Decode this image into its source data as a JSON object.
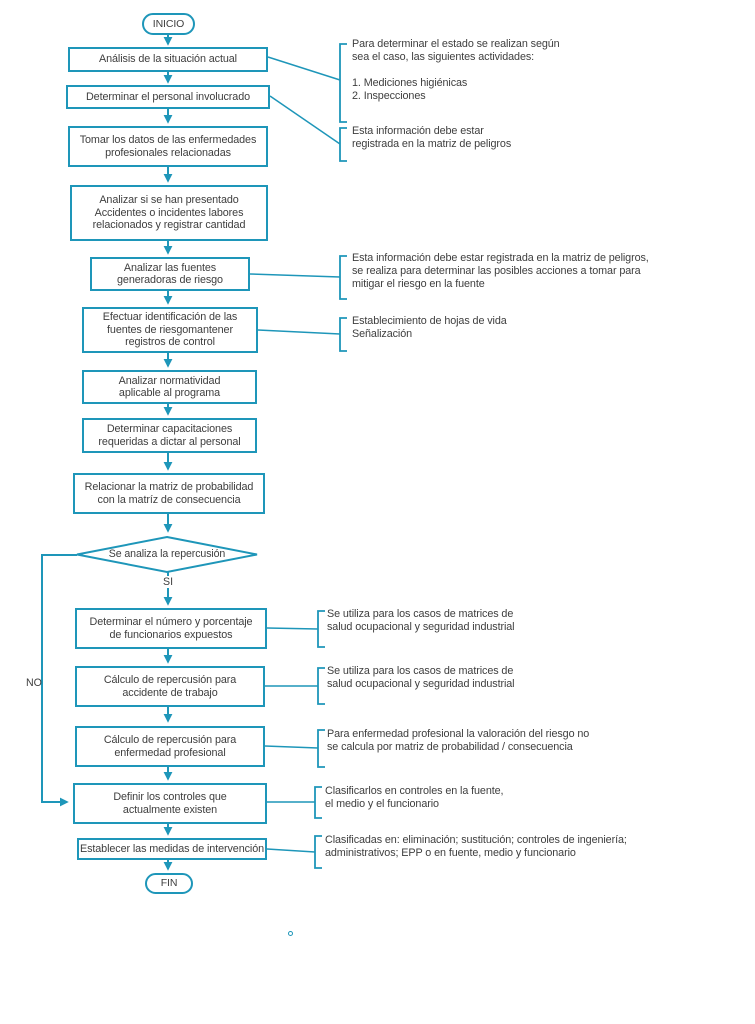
{
  "palette": {
    "accent": "#1e96b9",
    "text": "#3e3e3e",
    "background": "#ffffff"
  },
  "flowchart": {
    "start_label": "INICIO",
    "end_label": "FIN",
    "decision": {
      "label": "Se analiza la repercusión",
      "yes_label": "SI",
      "no_label": "NO"
    },
    "steps": {
      "s1": "Análisis de la situación actual",
      "s2": "Determinar el personal involucrado",
      "s3": "Tomar los datos de las enfermedades\nprofesionales relacionadas",
      "s4": "Analizar si se han presentado\nAccidentes o incidentes labores\nrelacionados y registrar cantidad",
      "s5": "Analizar las fuentes\ngeneradoras de riesgo",
      "s6": "Efectuar identificación de las\nfuentes de riesgomantener\nregistros de control",
      "s7": "Analizar normatividad\naplicable al programa",
      "s8": "Determinar capacitaciones\nrequeridas a dictar al personal",
      "s9": "Relacionar la matriz de probabilidad\ncon la matríz de consecuencia",
      "s10": "Determinar el número y porcentaje\nde funcionarios expuestos",
      "s11": "Cálculo de repercusión para\naccidente de trabajo",
      "s12": "Cálculo de repercusión para\nenfermedad profesional",
      "s13": "Definir los controles que\nactualmente existen",
      "s14": "Establecer las medidas de intervención"
    },
    "annotations": {
      "a1": "Para determinar el estado se realizan según\nsea el caso, las siguientes actividades:\n\n1. Mediciones higiénicas\n2. Inspecciones",
      "a2": "Esta información debe estar\nregistrada en la matriz de peligros",
      "a3": "Esta información debe estar registrada en la matriz de peligros,\nse realiza para determinar las posibles acciones a tomar para\nmitigar el riesgo en la fuente",
      "a4": "Establecimiento de hojas de vida\nSeñalización",
      "a5": "Se utiliza para los casos de matrices de\nsalud ocupacional y seguridad industrial",
      "a6": "Se utiliza para los casos de matrices de\nsalud ocupacional y seguridad industrial",
      "a7": "Para enfermedad profesional la valoración del riesgo no\nse calcula por matriz de probabilidad / consecuencia",
      "a8": "Clasificarlos en controles en la fuente,\nel medio y el funcionario",
      "a9": "Clasificadas en: eliminación; sustitución; controles de ingeniería;\nadministrativos; EPP o en fuente, medio y funcionario"
    }
  }
}
